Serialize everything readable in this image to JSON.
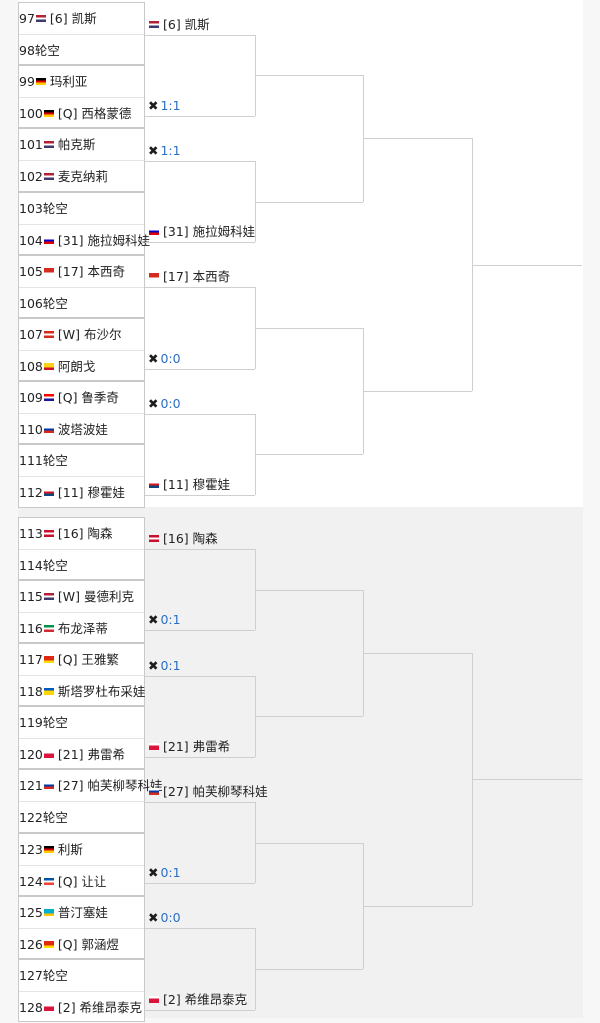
{
  "round1": [
    {
      "num": "97",
      "flag": "us",
      "text": "[6] 凯斯"
    },
    {
      "num": "98",
      "flag": "",
      "text": "轮空"
    },
    {
      "num": "99",
      "flag": "de",
      "text": "玛利亚"
    },
    {
      "num": "100",
      "flag": "de",
      "text": "[Q] 西格蒙德"
    },
    {
      "num": "101",
      "flag": "us",
      "text": "帕克斯"
    },
    {
      "num": "102",
      "flag": "us",
      "text": "麦克纳莉"
    },
    {
      "num": "103",
      "flag": "",
      "text": "轮空"
    },
    {
      "num": "104",
      "flag": "si",
      "text": "[31] 施拉姆科娃"
    },
    {
      "num": "105",
      "flag": "ch",
      "text": "[17] 本西奇"
    },
    {
      "num": "106",
      "flag": "",
      "text": "轮空"
    },
    {
      "num": "107",
      "flag": "ca",
      "text": "[W] 布沙尔"
    },
    {
      "num": "108",
      "flag": "co",
      "text": "阿朗戈"
    },
    {
      "num": "109",
      "flag": "hr",
      "text": "[Q] 鲁季奇"
    },
    {
      "num": "110",
      "flag": "ru",
      "text": "波塔波娃"
    },
    {
      "num": "111",
      "flag": "",
      "text": "轮空"
    },
    {
      "num": "112",
      "flag": "cz",
      "text": "[11] 穆霍娃"
    },
    {
      "num": "113",
      "flag": "dk",
      "text": "[16] 陶森"
    },
    {
      "num": "114",
      "flag": "",
      "text": "轮空"
    },
    {
      "num": "115",
      "flag": "us",
      "text": "[W] 曼德利克"
    },
    {
      "num": "116",
      "flag": "it",
      "text": "布龙泽蒂"
    },
    {
      "num": "117",
      "flag": "cn",
      "text": "[Q] 王雅繁"
    },
    {
      "num": "118",
      "flag": "ua",
      "text": "斯塔罗杜布采娃"
    },
    {
      "num": "119",
      "flag": "",
      "text": "轮空"
    },
    {
      "num": "120",
      "flag": "pl",
      "text": "[21] 弗雷希"
    },
    {
      "num": "121",
      "flag": "ru",
      "text": "[27] 帕芙柳琴科娃"
    },
    {
      "num": "122",
      "flag": "",
      "text": "轮空"
    },
    {
      "num": "123",
      "flag": "de",
      "text": "利斯"
    },
    {
      "num": "124",
      "flag": "fr",
      "text": "[Q] 让让"
    },
    {
      "num": "125",
      "flag": "kz",
      "text": "普汀塞娃"
    },
    {
      "num": "126",
      "flag": "cn",
      "text": "[Q] 郭涵煜"
    },
    {
      "num": "127",
      "flag": "",
      "text": "轮空"
    },
    {
      "num": "128",
      "flag": "pl",
      "text": "[2] 希维昂泰克"
    }
  ],
  "round2": [
    {
      "type": "player",
      "flag": "us",
      "text": "[6] 凯斯"
    },
    {
      "type": "score",
      "icon": "crossed-rackets-icon",
      "text": "1:1"
    },
    {
      "type": "score",
      "icon": "crossed-rackets-icon",
      "text": "1:1"
    },
    {
      "type": "player",
      "flag": "si",
      "text": "[31] 施拉姆科娃"
    },
    {
      "type": "player",
      "flag": "ch",
      "text": "[17] 本西奇"
    },
    {
      "type": "score",
      "icon": "crossed-rackets-icon",
      "text": "0:0"
    },
    {
      "type": "score",
      "icon": "crossed-rackets-icon",
      "text": "0:0"
    },
    {
      "type": "player",
      "flag": "cz",
      "text": "[11] 穆霍娃"
    },
    {
      "type": "player",
      "flag": "dk",
      "text": "[16] 陶森"
    },
    {
      "type": "score",
      "icon": "crossed-rackets-icon",
      "text": "0:1"
    },
    {
      "type": "score",
      "icon": "crossed-rackets-icon",
      "text": "0:1"
    },
    {
      "type": "player",
      "flag": "pl",
      "text": "[21] 弗雷希"
    },
    {
      "type": "player",
      "flag": "ru",
      "text": "[27] 帕芙柳琴科娃"
    },
    {
      "type": "score",
      "icon": "crossed-rackets-icon",
      "text": "0:1"
    },
    {
      "type": "score",
      "icon": "crossed-rackets-icon",
      "text": "0:0"
    },
    {
      "type": "player",
      "flag": "pl",
      "text": "[2] 希维昂泰克"
    }
  ],
  "flag_colors": {
    "us": [
      "#b22234",
      "#ffffff",
      "#3c3b6e"
    ],
    "de": [
      "#000000",
      "#dd0000",
      "#ffce00"
    ],
    "si": [
      "#ffffff",
      "#0000cc",
      "#dd0000"
    ],
    "ch": [
      "#d52b1e",
      "#d52b1e",
      "#ffffff"
    ],
    "ca": [
      "#d52b1e",
      "#ffffff",
      "#d52b1e"
    ],
    "co": [
      "#fcd116",
      "#fcd116",
      "#ce1126"
    ],
    "hr": [
      "#ff0000",
      "#ffffff",
      "#171796"
    ],
    "ru": [
      "#ffffff",
      "#0039a6",
      "#d52b1e"
    ],
    "cz": [
      "#ffffff",
      "#d7141a",
      "#11457e"
    ],
    "dk": [
      "#c8102e",
      "#ffffff",
      "#c8102e"
    ],
    "it": [
      "#009246",
      "#ffffff",
      "#ce2b37"
    ],
    "cn": [
      "#de2910",
      "#de2910",
      "#ffde00"
    ],
    "ua": [
      "#0057b7",
      "#ffd700",
      "#ffd700"
    ],
    "pl": [
      "#ffffff",
      "#dc143c",
      "#dc143c"
    ],
    "fr": [
      "#0055a4",
      "#ffffff",
      "#ef4135"
    ],
    "kz": [
      "#00afca",
      "#00afca",
      "#fec50c"
    ]
  },
  "colors": {
    "score": "#2b6fc4",
    "line": "#cfcfcf"
  }
}
